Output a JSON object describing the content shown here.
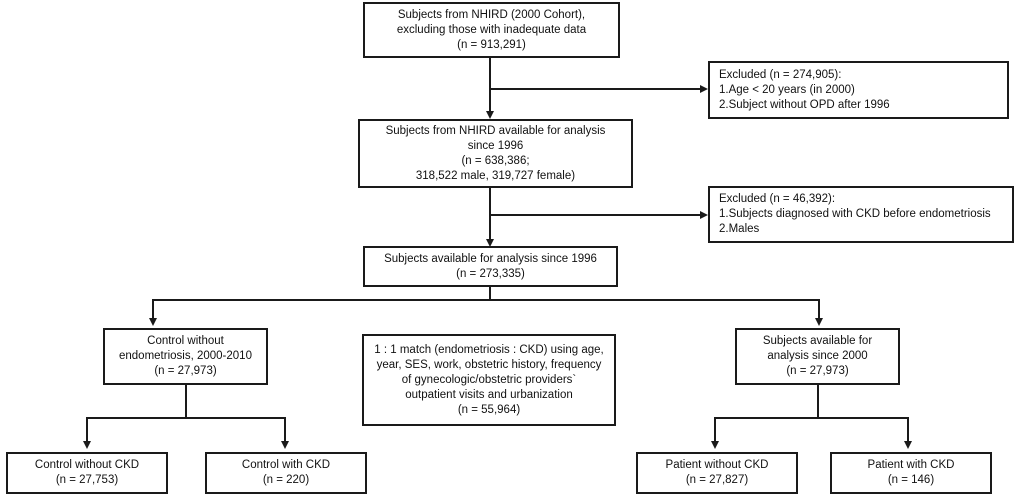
{
  "diagram": {
    "title": "Study cohort selection flowchart",
    "type": "flowchart",
    "accent_color": "#1a1a1a",
    "background_color": "#ffffff"
  },
  "nodes": {
    "source_cohort": {
      "lines": [
        "Subjects from NHIRD (2000 Cohort),",
        "excluding those with inadequate data",
        "(n = 913,291)"
      ]
    },
    "excluded_1": {
      "lines": [
        "Excluded (n = 274,905):",
        "1.Age < 20 years (in 2000)",
        "2.Subject without OPD after 1996"
      ]
    },
    "available_1996": {
      "lines": [
        "Subjects from NHIRD available for analysis",
        "since 1996",
        "(n = 638,386;",
        "318,522 male, 319,727 female)"
      ]
    },
    "excluded_2": {
      "lines": [
        "Excluded (n = 46,392):",
        "1.Subjects diagnosed with CKD before endometriosis",
        "2.Males"
      ]
    },
    "analysis_1996": {
      "lines": [
        "Subjects available for analysis since 1996",
        "(n = 273,335)"
      ]
    },
    "control_group": {
      "lines": [
        "Control without",
        "endometriosis, 2000-2010",
        "(n = 27,973)"
      ]
    },
    "matching": {
      "lines": [
        "1 : 1 match (endometriosis : CKD) using age,",
        "year, SES, work, obstetric history, frequency",
        "of gynecologic/obstetric providers`",
        "outpatient visits and urbanization",
        "(n = 55,964)"
      ]
    },
    "patient_group": {
      "lines": [
        "Subjects available for",
        "analysis since 2000",
        "(n = 27,973)"
      ]
    },
    "control_without_ckd": {
      "lines": [
        "Control without CKD",
        "(n = 27,753)"
      ]
    },
    "control_with_ckd": {
      "lines": [
        "Control with CKD",
        "(n = 220)"
      ]
    },
    "patient_without_ckd": {
      "lines": [
        "Patient without CKD",
        "(n = 27,827)"
      ]
    },
    "patient_with_ckd": {
      "lines": [
        "Patient with CKD",
        "(n = 146)"
      ]
    }
  }
}
